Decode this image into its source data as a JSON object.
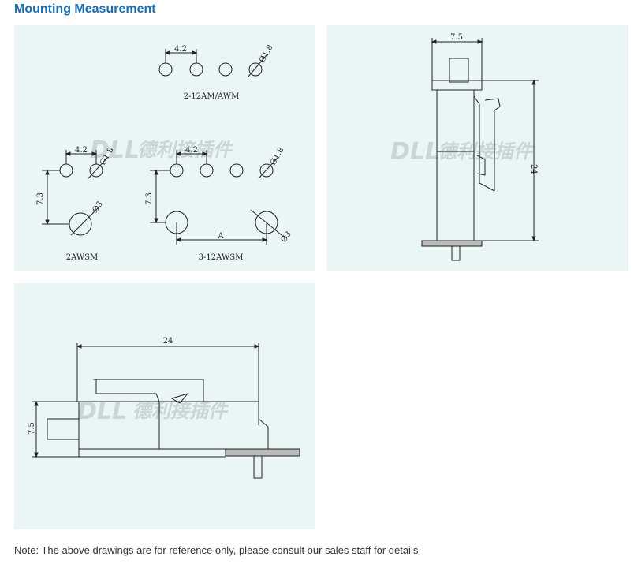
{
  "header": {
    "title": "Mounting Measurement"
  },
  "watermark": {
    "latin": "DLL",
    "chinese": "德利接插件"
  },
  "drawing1": {
    "pitch_top": "4.2",
    "pin_dia_top": "Ø1.8",
    "caption_top": "2-12AM/AWM",
    "pitch_left": "4.2",
    "pin_dia_left": "Ø1.8",
    "offset_left": "7.3",
    "post_dia_left": "Ø3",
    "caption_left": "2AWSM",
    "pitch_right": "4.2",
    "pin_dia_right": "Ø1.8",
    "offset_right": "7.3",
    "post_dia_right": "Ø3",
    "span_right": "A",
    "caption_right": "3-12AWSM"
  },
  "drawing2": {
    "width": "7.5",
    "height": "24"
  },
  "drawing3": {
    "length": "24",
    "height": "7.5"
  },
  "footer": {
    "note": "Note: The above drawings are for reference only, please consult our sales staff for details"
  },
  "colors": {
    "title": "#1a6fb0",
    "panel": "#eaf5f6",
    "line": "#222222",
    "watermark": "#c9d6d6"
  }
}
